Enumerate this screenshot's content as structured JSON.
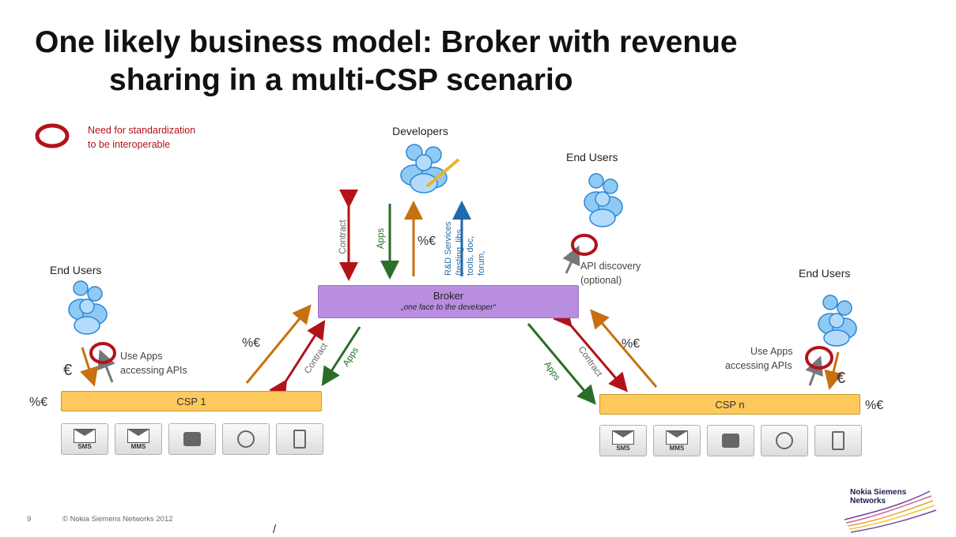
{
  "title": {
    "line1": "One likely business model: Broker with revenue",
    "line2": "sharing in a multi-CSP scenario"
  },
  "legend": {
    "line1": "Need for standardization",
    "line2": "to be interoperable",
    "color": "#b3121a"
  },
  "actors": {
    "developers": "Developers",
    "end_users_left": "End Users",
    "end_users_top": "End Users",
    "end_users_right": "End Users"
  },
  "broker": {
    "label": "Broker",
    "subtitle": "„one face to the developer“"
  },
  "csp": {
    "left": "CSP 1",
    "right": "CSP n"
  },
  "services": {
    "sms": "SMS",
    "mms": "MMS"
  },
  "flows": {
    "contract": "Contract",
    "apps": "Apps",
    "pct_euro": "%€",
    "euro": "€",
    "rd_line1": "R&D Services",
    "rd_line2": "(testing, libs,",
    "rd_line3": "tools, doc,",
    "rd_line4": "forum,",
    "api_discovery_1": "API discovery",
    "api_discovery_2": "(optional)",
    "use_apps_1": "Use Apps",
    "use_apps_2": "accessing APIs"
  },
  "colors": {
    "contract": "#b3121a",
    "apps": "#2a6e2a",
    "revenue": "#c8700f",
    "rd": "#1f6aa8",
    "use": "#777777",
    "broker": "#b98ee0",
    "csp": "#fdc85c"
  },
  "footer": {
    "page": "9",
    "copyright": "© Nokia Siemens Networks 2012",
    "slash": "/",
    "logo_line1": "Nokia Siemens",
    "logo_line2": "Networks"
  }
}
